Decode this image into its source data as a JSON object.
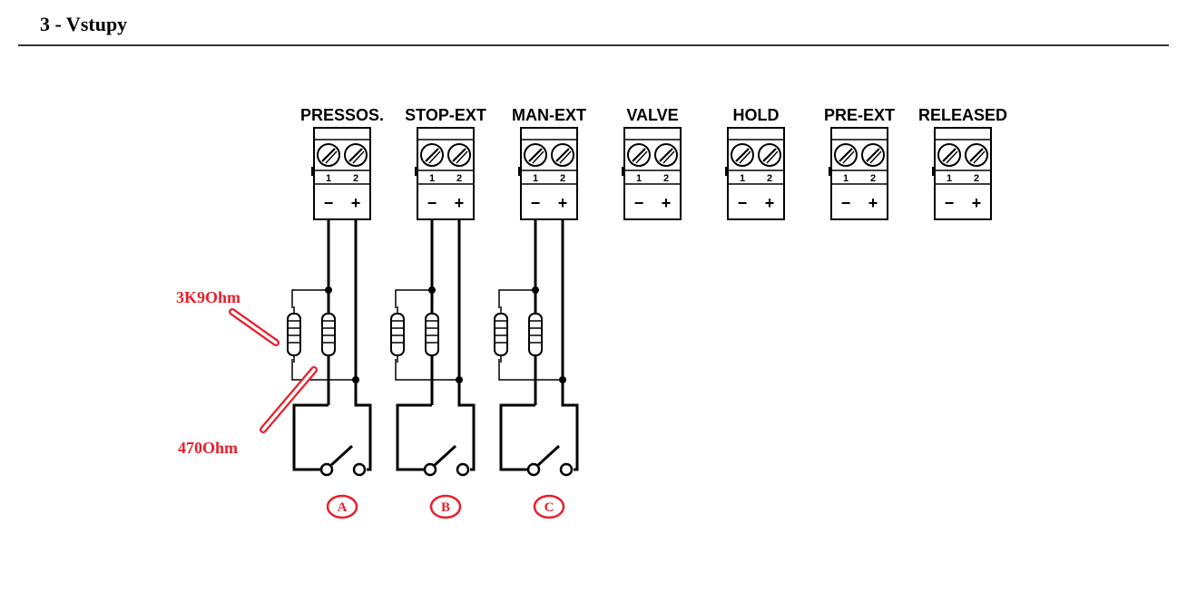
{
  "page": {
    "heading": "3 - Vstupy"
  },
  "colors": {
    "ink": "#000000",
    "accent_red": "#e8202a",
    "rule": "#333333"
  },
  "terminals": [
    {
      "label": "PRESSOS.",
      "pins": [
        "1",
        "2"
      ],
      "polarity": [
        "−",
        "+"
      ]
    },
    {
      "label": "STOP-EXT",
      "pins": [
        "1",
        "2"
      ],
      "polarity": [
        "−",
        "+"
      ]
    },
    {
      "label": "MAN-EXT",
      "pins": [
        "1",
        "2"
      ],
      "polarity": [
        "−",
        "+"
      ]
    },
    {
      "label": "VALVE",
      "pins": [
        "1",
        "2"
      ],
      "polarity": [
        "−",
        "+"
      ]
    },
    {
      "label": "HOLD",
      "pins": [
        "1",
        "2"
      ],
      "polarity": [
        "−",
        "+"
      ]
    },
    {
      "label": "PRE-EXT",
      "pins": [
        "1",
        "2"
      ],
      "polarity": [
        "−",
        "+"
      ]
    },
    {
      "label": "RELEASED",
      "pins": [
        "1",
        "2"
      ],
      "polarity": [
        "−",
        "+"
      ]
    }
  ],
  "circuits": [
    {
      "terminal_index": 0,
      "letter": "A"
    },
    {
      "terminal_index": 1,
      "letter": "B"
    },
    {
      "terminal_index": 2,
      "letter": "C"
    }
  ],
  "annotations": {
    "resistor_series": "3K9Ohm",
    "resistor_parallel": "470Ohm"
  },
  "icons": {
    "terminal_screw": "screw-terminal-icon",
    "resistor": "resistor-icon",
    "switch": "normally-open-switch-icon"
  }
}
